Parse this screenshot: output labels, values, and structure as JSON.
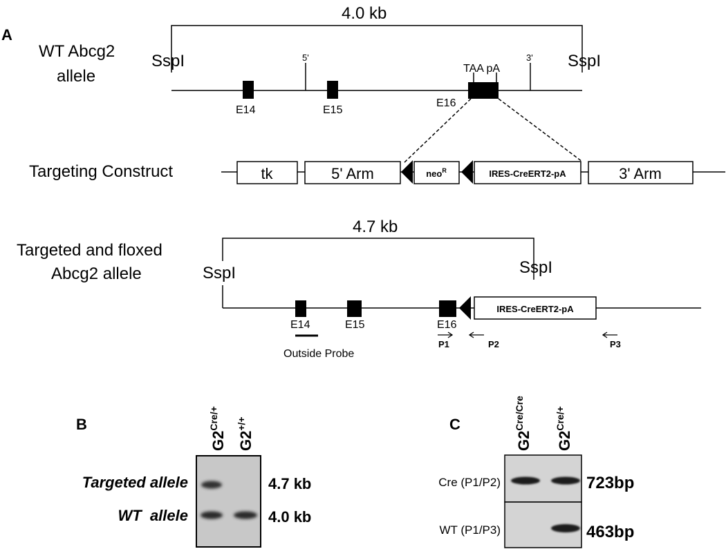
{
  "panel_a": {
    "label": "A",
    "wt": {
      "title_line1": "WT Abcg2",
      "title_line2": "allele",
      "size": "4.0 kb",
      "site_left": "SspI",
      "site_right": "SspI",
      "tick_5": "5'",
      "tick_3": "3'",
      "taa_pa": "TAA pA",
      "exons": [
        "E14",
        "E15",
        "E16"
      ]
    },
    "construct": {
      "title": "Targeting Construct",
      "tk": "tk",
      "arm5": "5' Arm",
      "neo": "neo",
      "neo_sup": "R",
      "ires": "IRES-CreERT2-pA",
      "arm3": "3' Arm"
    },
    "targeted": {
      "title_line1": "Targeted and floxed",
      "title_line2": "Abcg2 allele",
      "size": "4.7 kb",
      "site_left": "SspI",
      "site_right": "SspI",
      "ires": "IRES-CreERT2-pA",
      "exons": [
        "E14",
        "E15",
        "E16"
      ],
      "probe": "Outside Probe",
      "primers": [
        "P1",
        "P2",
        "P3"
      ]
    }
  },
  "panel_b": {
    "label": "B",
    "lanes": [
      {
        "base": "G2",
        "sup": "Cre/+"
      },
      {
        "base": "G2",
        "sup": "+/+"
      }
    ],
    "rows": [
      {
        "label": "Targeted allele",
        "size": "4.7 kb"
      },
      {
        "label": "WT  allele",
        "size": "4.0 kb"
      }
    ]
  },
  "panel_c": {
    "label": "C",
    "lanes": [
      {
        "base": "G2",
        "sup": "Cre/Cre"
      },
      {
        "base": "G2",
        "sup": "Cre/+"
      }
    ],
    "rows": [
      {
        "label": "Cre (P1/P2)",
        "size": "723bp"
      },
      {
        "label": "WT (P1/P3)",
        "size": "463bp"
      }
    ]
  },
  "colors": {
    "ink": "#000000",
    "gel_b": "#c8c8c8",
    "gel_c": "#d4d4d4",
    "band": "#1a1a1a"
  }
}
